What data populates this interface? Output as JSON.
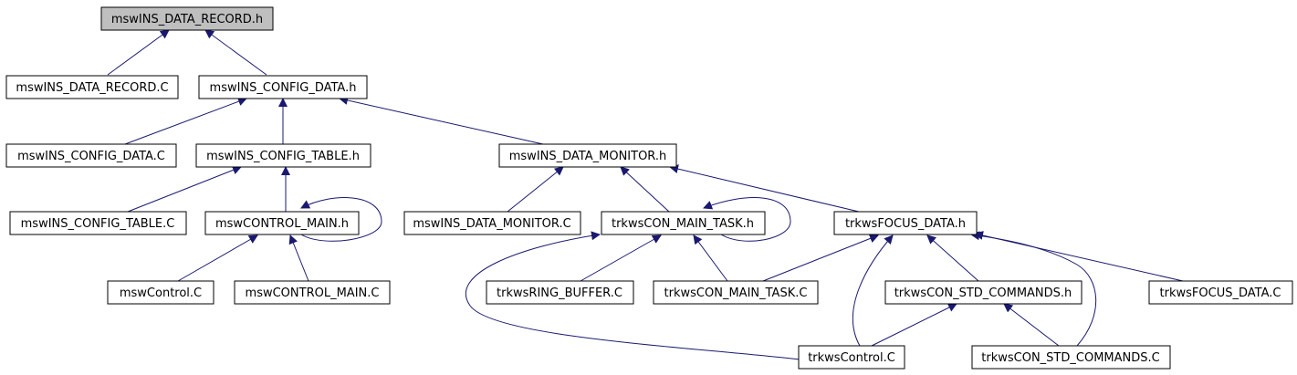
{
  "colors": {
    "background": "#ffffff",
    "node_fill": "#ffffff",
    "root_fill": "#bfbfbf",
    "node_border": "#000000",
    "edge": "#191970",
    "text": "#000000"
  },
  "nodes": {
    "root": "mswINS_DATA_RECORD.h",
    "rec_c": "mswINS_DATA_RECORD.C",
    "cfg_h": "mswINS_CONFIG_DATA.h",
    "cfg_c": "mswINS_CONFIG_DATA.C",
    "tbl_h": "mswINS_CONFIG_TABLE.h",
    "mon_h": "mswINS_DATA_MONITOR.h",
    "tbl_c": "mswINS_CONFIG_TABLE.C",
    "ctl_h": "mswCONTROL_MAIN.h",
    "mon_c": "mswINS_DATA_MONITOR.C",
    "task_h": "trkwsCON_MAIN_TASK.h",
    "focus_h": "trkwsFOCUS_DATA.h",
    "mswctl_c": "mswControl.C",
    "ctl_c": "mswCONTROL_MAIN.C",
    "ring_c": "trkwsRING_BUFFER.C",
    "task_c": "trkwsCON_MAIN_TASK.C",
    "std_h": "trkwsCON_STD_COMMANDS.h",
    "focus_c": "trkwsFOCUS_DATA.C",
    "trkctl_c": "trkwsControl.C",
    "std_c": "trkwsCON_STD_COMMANDS.C"
  }
}
